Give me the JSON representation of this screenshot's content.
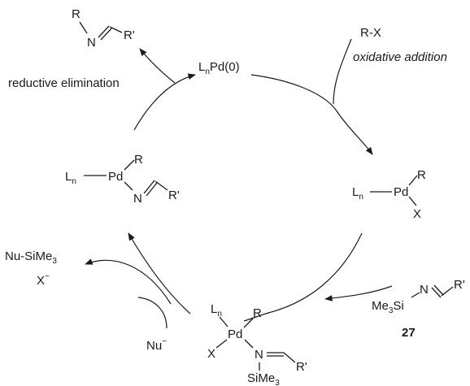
{
  "catalyst": {
    "base": "L",
    "sub": "n",
    "rest": "Pd(0)"
  },
  "steps": {
    "oxidative_addition": "oxidative addition",
    "reductive_elimination": "reductive elimination"
  },
  "reagents": {
    "aryl_halide": "R-X",
    "nucleophile": {
      "base": "Nu",
      "sup": "−"
    },
    "byproduct_silane": {
      "base": "Nu-SiMe",
      "sub": "3"
    },
    "byproduct_halide": {
      "base": "X",
      "sup": "−"
    }
  },
  "imine": {
    "me3si": {
      "base": "Me",
      "sub": "3",
      "rest": "Si"
    },
    "n": "N",
    "r_prime": "R'",
    "compound_number": "27"
  },
  "product": {
    "r": "R",
    "n": "N",
    "r_prime": "R'"
  },
  "intermediate_oa": {
    "l": "L",
    "sub": "n",
    "pd": "Pd",
    "r": "R",
    "x": "X"
  },
  "intermediate_amine": {
    "l": "L",
    "sub": "n",
    "pd": "Pd",
    "r": "R",
    "n": "N",
    "r_prime": "R'"
  },
  "intermediate_complex": {
    "l": "L",
    "sub": "n",
    "pd": "Pd",
    "r": "R",
    "x": "X",
    "n": "N",
    "r_prime": "R'",
    "sime3": {
      "base": "SiMe",
      "sub": "3"
    }
  }
}
